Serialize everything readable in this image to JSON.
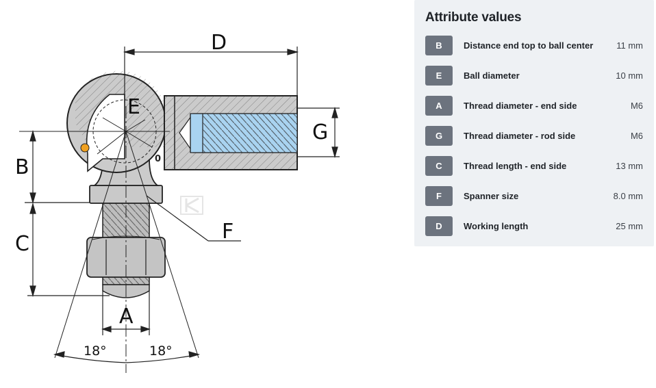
{
  "drawing": {
    "labels": {
      "d": "D",
      "e": "E",
      "g": "G",
      "b": "B",
      "c": "C",
      "f": "F",
      "a": "A",
      "o": "0"
    },
    "angles": {
      "left": "18°",
      "right": "18°"
    }
  },
  "panel": {
    "title": "Attribute values",
    "rows": [
      {
        "code": "B",
        "label": "Distance end top to ball center",
        "value": "11 mm"
      },
      {
        "code": "E",
        "label": "Ball diameter",
        "value": "10 mm"
      },
      {
        "code": "A",
        "label": "Thread diameter - end side",
        "value": "M6"
      },
      {
        "code": "G",
        "label": "Thread diameter - rod side",
        "value": "M6"
      },
      {
        "code": "C",
        "label": "Thread length - end side",
        "value": "13 mm"
      },
      {
        "code": "F",
        "label": "Spanner size",
        "value": "8.0 mm"
      },
      {
        "code": "D",
        "label": "Working length",
        "value": "25 mm"
      }
    ]
  },
  "colors": {
    "badge": "#6c737e",
    "panel_bg": "#eef1f4",
    "metal": "#c9c9c9",
    "thread_blue": "#a9d3f0",
    "accent_orange": "#f0a020"
  }
}
